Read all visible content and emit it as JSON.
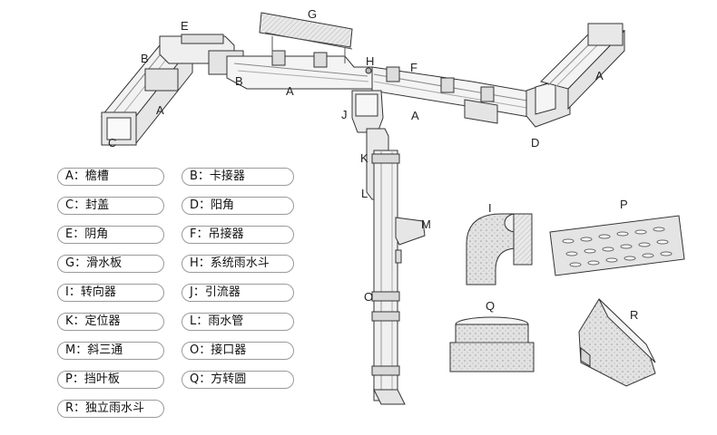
{
  "diagram_labels": {
    "A": "A",
    "B": "B",
    "C": "C",
    "D": "D",
    "E": "E",
    "F": "F",
    "G": "G",
    "H": "H",
    "I": "I",
    "J": "J",
    "K": "K",
    "L": "L",
    "M": "M",
    "O": "O",
    "P": "P",
    "Q": "Q",
    "R": "R"
  },
  "legend": [
    {
      "code": "A",
      "text": "A：檐槽"
    },
    {
      "code": "B",
      "text": "B：卡接器"
    },
    {
      "code": "C",
      "text": "C：封盖"
    },
    {
      "code": "D",
      "text": "D：阳角"
    },
    {
      "code": "E",
      "text": "E：阴角"
    },
    {
      "code": "F",
      "text": "F：吊接器"
    },
    {
      "code": "G",
      "text": "G：滑水板"
    },
    {
      "code": "H",
      "text": "H：系统雨水斗"
    },
    {
      "code": "I",
      "text": "I：转向器"
    },
    {
      "code": "J",
      "text": "J：引流器"
    },
    {
      "code": "K",
      "text": "K：定位器"
    },
    {
      "code": "L",
      "text": "L：雨水管"
    },
    {
      "code": "M",
      "text": "M：斜三通"
    },
    {
      "code": "O",
      "text": "O：接口器"
    },
    {
      "code": "P",
      "text": "P：挡叶板"
    },
    {
      "code": "Q",
      "text": "Q：方转圆"
    },
    {
      "code": "R",
      "text": "R：独立雨水斗"
    }
  ]
}
